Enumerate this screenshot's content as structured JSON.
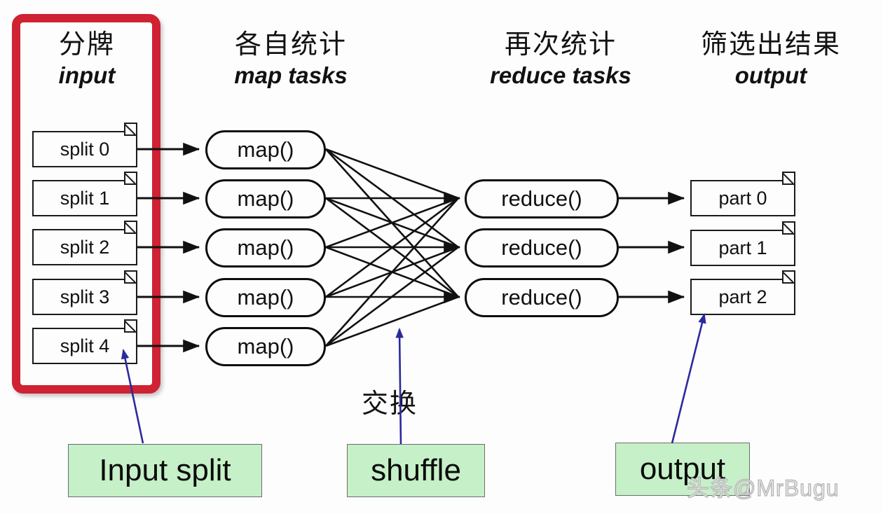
{
  "diagram": {
    "title_cn_columns": [
      "分牌",
      "各自统计",
      "再次统计",
      "筛选出结果"
    ],
    "columns": [
      {
        "cn": "分牌",
        "en": "input"
      },
      {
        "cn": "各自统计",
        "en": "map tasks"
      },
      {
        "cn": "再次统计",
        "en": "reduce tasks"
      },
      {
        "cn": "筛选出结果",
        "en": "output"
      }
    ],
    "splits": [
      {
        "label": "split 0"
      },
      {
        "label": "split 1"
      },
      {
        "label": "split 2"
      },
      {
        "label": "split 3"
      },
      {
        "label": "split 4"
      }
    ],
    "maps": [
      {
        "label": "map()"
      },
      {
        "label": "map()"
      },
      {
        "label": "map()"
      },
      {
        "label": "map()"
      },
      {
        "label": "map()"
      }
    ],
    "reduces": [
      {
        "label": "reduce()"
      },
      {
        "label": "reduce()"
      },
      {
        "label": "reduce()"
      }
    ],
    "parts": [
      {
        "label": "part 0"
      },
      {
        "label": "part 1"
      },
      {
        "label": "part 2"
      }
    ],
    "callouts": [
      {
        "label": "Input split"
      },
      {
        "label": "shuffle"
      },
      {
        "label": "output"
      }
    ],
    "shuffle_label_cn": "交换",
    "highlight_color": "#cf2233",
    "callout_color": "#c6f0c8",
    "annotation_arrow_color": "#2a2a9e"
  },
  "watermark": {
    "cn": "头条",
    "handle": "@MrBugu"
  }
}
